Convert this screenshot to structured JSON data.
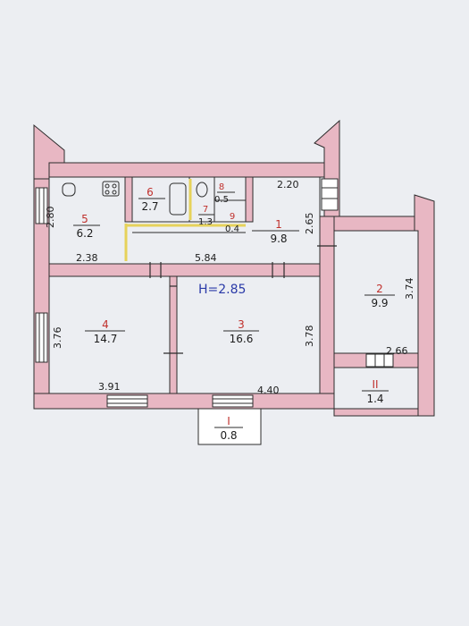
{
  "plan": {
    "height_label": "H=2.85",
    "rooms": [
      {
        "id": "room-1",
        "number": "1",
        "area": "9.8"
      },
      {
        "id": "room-2",
        "number": "2",
        "area": "9.9"
      },
      {
        "id": "room-3",
        "number": "3",
        "area": "16.6"
      },
      {
        "id": "room-4",
        "number": "4",
        "area": "14.7"
      },
      {
        "id": "room-5",
        "number": "5",
        "area": "6.2"
      },
      {
        "id": "room-6",
        "number": "6",
        "area": "2.7"
      },
      {
        "id": "room-7",
        "number": "7",
        "area": "1.3"
      },
      {
        "id": "room-8",
        "number": "8",
        "area": "0.5"
      },
      {
        "id": "room-9",
        "number": "9",
        "area": "0.4"
      },
      {
        "id": "room-I",
        "number": "I",
        "area": "0.8"
      },
      {
        "id": "room-II",
        "number": "II",
        "area": "1.4"
      }
    ],
    "dimensions": {
      "d_2_80": "2.80",
      "d_2_38": "2.38",
      "d_5_84": "5.84",
      "d_2_20": "2.20",
      "d_2_65": "2.65",
      "d_3_74": "3.74",
      "d_3_76": "3.76",
      "d_3_78": "3.78",
      "d_3_91": "3.91",
      "d_4_40": "4.40",
      "d_2_66": "2.66"
    },
    "colors": {
      "wall": "#e8b7c3",
      "outline": "#2c2c2c",
      "room_number": "#c0302c",
      "text": "#1c1c1c",
      "highlight": "#e6d25a",
      "height_label": "#2a3aa8"
    }
  }
}
